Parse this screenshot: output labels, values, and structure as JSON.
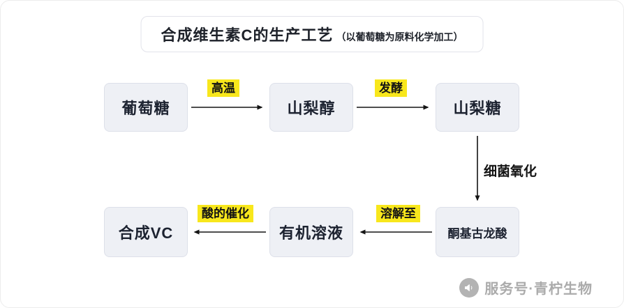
{
  "title": {
    "main": "合成维生素C的生产工艺",
    "sub": "（以葡萄糖为原料化学加工）"
  },
  "nodes": {
    "glucose": "葡萄糖",
    "sorbitol": "山梨醇",
    "sorbose": "山梨糖",
    "keto_gulonic_acid": "酮基古龙酸",
    "organic_solution": "有机溶液",
    "synthetic_vc": "合成VC"
  },
  "edge_labels": {
    "high_temperature": "高温",
    "fermentation": "发酵",
    "bacterial_oxidation": "细菌氧化",
    "dissolve_into": "溶解至",
    "acid_catalysis": "酸的催化"
  },
  "flow": {
    "steps": [
      {
        "from": "葡萄糖",
        "label": "高温",
        "to": "山梨醇"
      },
      {
        "from": "山梨醇",
        "label": "发酵",
        "to": "山梨糖"
      },
      {
        "from": "山梨糖",
        "label": "细菌氧化",
        "to": "酮基古龙酸"
      },
      {
        "from": "酮基古龙酸",
        "label": "溶解至",
        "to": "有机溶液"
      },
      {
        "from": "有机溶液",
        "label": "酸的催化",
        "to": "合成VC"
      }
    ]
  },
  "watermark": {
    "text": "服务号·青柠生物"
  },
  "colors": {
    "highlight_yellow": "#F8E71C",
    "node_fill": "#EEF0F5",
    "node_border": "#DDE0E9",
    "arrow": "#141414",
    "watermark_gray": "#ABABAB"
  }
}
